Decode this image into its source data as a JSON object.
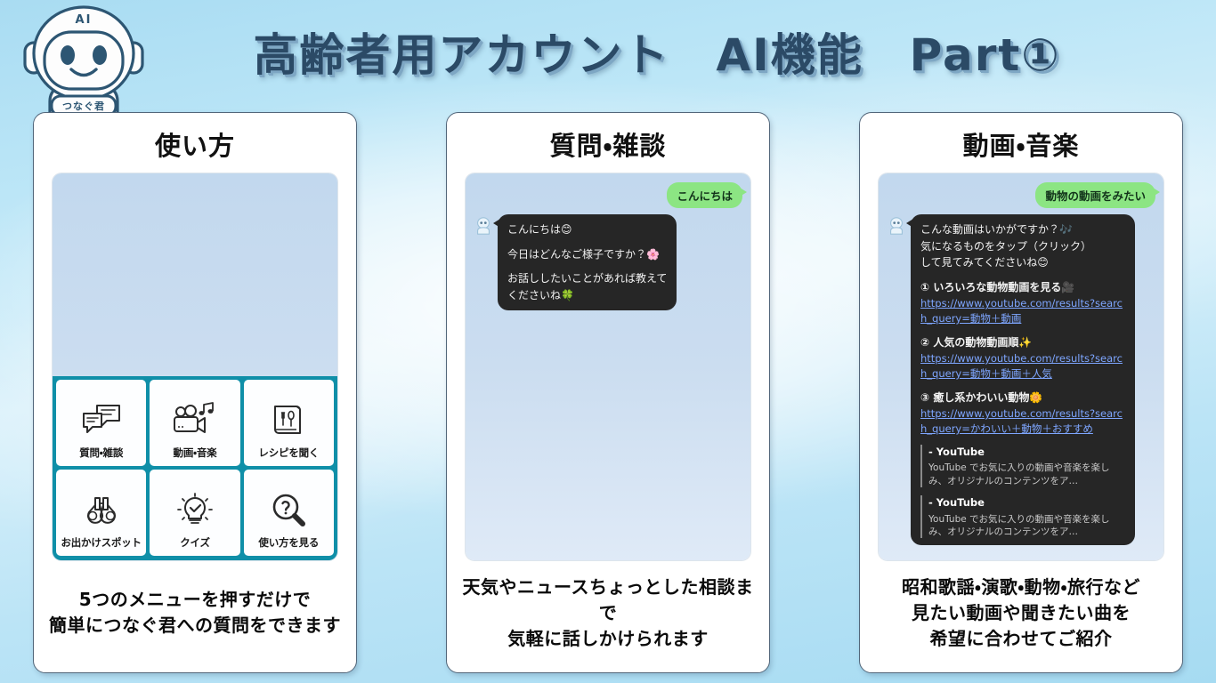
{
  "page": {
    "title": "高齢者用アカウント　AI機能　Part①",
    "accent_teal": "#0f8fa8",
    "title_color": "#2b4a66",
    "bubble_green": "#8ce583",
    "bubble_dark": "#262626",
    "link_color": "#7ea6ff"
  },
  "mascot": {
    "head_label": "AI",
    "body_label": "つなぐ君"
  },
  "cards": [
    {
      "title": "使い方",
      "caption_lines": [
        "5つのメニューを押すだけで",
        "簡単につなぐ君への質問をできます"
      ],
      "menu": [
        {
          "label": "質問・雑談",
          "icon": "speech-bubbles-icon"
        },
        {
          "label": "動画・音楽",
          "icon": "video-camera-music-icon"
        },
        {
          "label": "レシピを聞く",
          "icon": "recipe-book-icon"
        },
        {
          "label": "お出かけスポット",
          "icon": "binoculars-icon"
        },
        {
          "label": "クイズ",
          "icon": "lightbulb-check-icon"
        },
        {
          "label": "使い方を見る",
          "icon": "magnifier-question-icon"
        }
      ]
    },
    {
      "title": "質問・雑談",
      "caption_lines": [
        "天気やニュースちょっとした相談まで",
        "気軽に話しかけられます"
      ],
      "chat": {
        "user_message": "こんにちは",
        "bot_paragraphs": [
          [
            "こんにちは😊"
          ],
          [
            "今日はどんなご様子ですか？🌸"
          ],
          [
            "お話ししたいことがあれば教えて",
            "くださいね🍀"
          ]
        ]
      }
    },
    {
      "title": "動画・音楽",
      "caption_lines": [
        "昭和歌謡・演歌・動物・旅行など",
        "見たい動画や聞きたい曲を",
        "希望に合わせてご紹介"
      ],
      "chat": {
        "user_message": "動物の動画をみたい",
        "intro_lines": [
          "こんな動画はいかがですか？🎶",
          "気になるものをタップ（クリック）",
          "して見てみてくださいね😊"
        ],
        "items": [
          {
            "head": "① いろいろな動物動画を見る🎥",
            "url": "https://www.youtube.com/results?search_query=動物＋動画"
          },
          {
            "head": "② 人気の動物動画順✨",
            "url": "https://www.youtube.com/results?search_query=動物＋動画＋人気"
          },
          {
            "head": "③ 癒し系かわいい動物🌼",
            "url": "https://www.youtube.com/results?search_query=かわいい＋動物＋おすすめ"
          }
        ],
        "previews": [
          {
            "title": "- YouTube",
            "desc": "YouTube でお気に入りの動画や音楽を楽しみ、オリジナルのコンテンツをア…"
          },
          {
            "title": "- YouTube",
            "desc": "YouTube でお気に入りの動画や音楽を楽しみ、オリジナルのコンテンツをア…"
          }
        ]
      }
    }
  ]
}
